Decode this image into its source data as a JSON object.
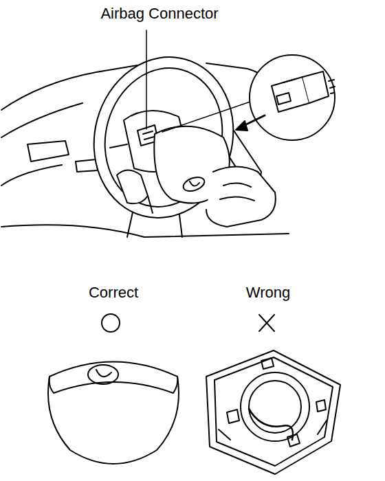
{
  "diagram": {
    "labels": [
      "Airbag Connector",
      "Correct",
      "Wrong"
    ]
  }
}
